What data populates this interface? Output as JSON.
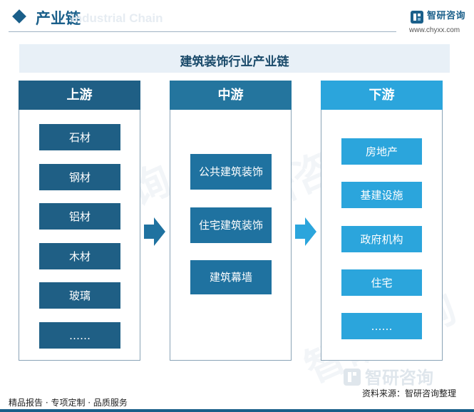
{
  "header": {
    "title": "产业链",
    "subtitle_watermark": "Industrial Chain",
    "brand_name": "智研咨询",
    "brand_url": "www.chyxx.com"
  },
  "chain": {
    "title": "建筑装饰行业产业链",
    "upstream": {
      "label": "上游",
      "items": [
        "石材",
        "钢材",
        "铝材",
        "木材",
        "玻璃",
        "……"
      ]
    },
    "midstream": {
      "label": "中游",
      "items": [
        "公共建筑装饰",
        "住宅建筑装饰",
        "建筑幕墙"
      ]
    },
    "downstream": {
      "label": "下游",
      "items": [
        "房地产",
        "基建设施",
        "政府机构",
        "住宅",
        "……"
      ]
    }
  },
  "footer": {
    "services": "精品报告 · 专项定制 · 品质服务",
    "source": "资料来源：智研咨询整理",
    "brand_name": "智研咨询"
  },
  "colors": {
    "brand": "#1a5f8a",
    "upstream": "#1f5f85",
    "midstream": "#24759e",
    "downstream": "#2ba5dc",
    "banner_bg": "#e8f0f7"
  }
}
